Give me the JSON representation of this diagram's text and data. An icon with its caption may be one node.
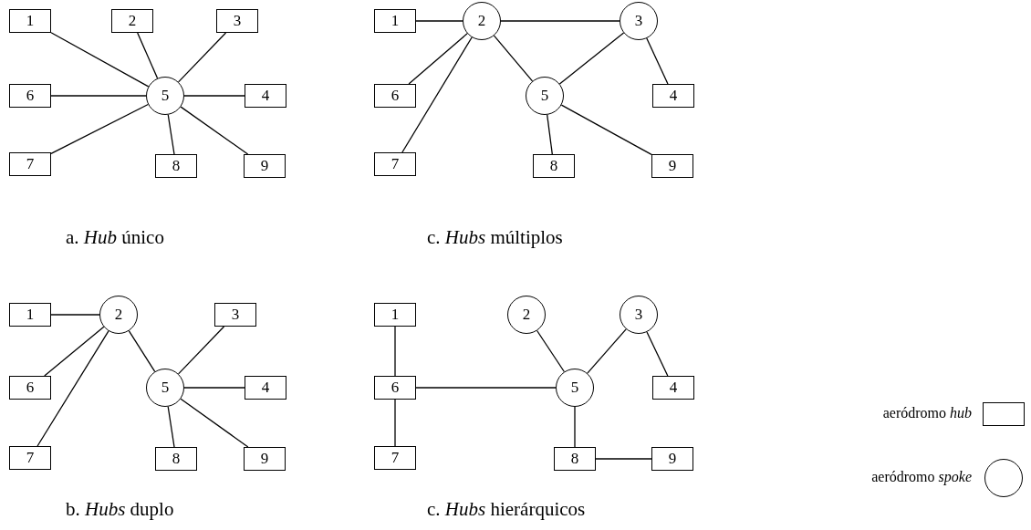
{
  "diagram": {
    "nodes": [
      {
        "text": [
          "1"
        ]
      },
      {
        "text": [
          "2"
        ]
      },
      {
        "text": [
          "3"
        ]
      },
      {
        "text": [
          "6"
        ]
      },
      {
        "text": [
          "5"
        ]
      },
      {
        "text": [
          "4"
        ]
      },
      {
        "text": [
          "7"
        ]
      },
      {
        "text": [
          "8"
        ]
      },
      {
        "text": [
          "9"
        ]
      },
      {
        "text": [
          "1"
        ]
      },
      {
        "text": [
          "2"
        ]
      },
      {
        "text": [
          "3"
        ]
      },
      {
        "text": [
          "6"
        ]
      },
      {
        "text": [
          "5"
        ]
      },
      {
        "text": [
          "4"
        ]
      },
      {
        "text": [
          "7"
        ]
      },
      {
        "text": [
          "8"
        ]
      },
      {
        "text": [
          "9"
        ]
      },
      {
        "text": [
          "1"
        ]
      },
      {
        "text": [
          "2"
        ]
      },
      {
        "text": [
          "3"
        ]
      },
      {
        "text": [
          "6"
        ]
      },
      {
        "text": [
          "5"
        ]
      },
      {
        "text": [
          "4"
        ]
      },
      {
        "text": [
          "7"
        ]
      },
      {
        "text": [
          "8"
        ]
      },
      {
        "text": [
          "9"
        ]
      },
      {
        "text": [
          "1"
        ]
      },
      {
        "text": [
          "2"
        ]
      },
      {
        "text": [
          "3"
        ]
      },
      {
        "text": [
          "6"
        ]
      },
      {
        "text": [
          "5"
        ]
      },
      {
        "text": [
          "4"
        ]
      },
      {
        "text": [
          "7"
        ]
      },
      {
        "text": [
          "8"
        ]
      },
      {
        "text": [
          "9"
        ]
      }
    ],
    "edges": [
      {
        "from": 0,
        "to": 4,
        "arrow": "none"
      },
      {
        "from": 1,
        "to": 4,
        "arrow": "none"
      },
      {
        "from": 2,
        "to": 4,
        "arrow": "none"
      },
      {
        "from": 3,
        "to": 4,
        "arrow": "none"
      },
      {
        "from": 4,
        "to": 5,
        "arrow": "none"
      },
      {
        "from": 6,
        "to": 4,
        "arrow": "none"
      },
      {
        "from": 4,
        "to": 7,
        "arrow": "none"
      },
      {
        "from": 4,
        "to": 8,
        "arrow": "none"
      },
      {
        "from": 9,
        "to": 10,
        "arrow": "none"
      },
      {
        "from": 10,
        "to": 11,
        "arrow": "none"
      },
      {
        "from": 10,
        "to": 12,
        "arrow": "none"
      },
      {
        "from": 10,
        "to": 15,
        "arrow": "none"
      },
      {
        "from": 10,
        "to": 13,
        "arrow": "none"
      },
      {
        "from": 11,
        "to": 13,
        "arrow": "none"
      },
      {
        "from": 11,
        "to": 14,
        "arrow": "none"
      },
      {
        "from": 13,
        "to": 16,
        "arrow": "none"
      },
      {
        "from": 13,
        "to": 17,
        "arrow": "none"
      },
      {
        "from": 18,
        "to": 19,
        "arrow": "none"
      },
      {
        "from": 19,
        "to": 21,
        "arrow": "none"
      },
      {
        "from": 19,
        "to": 24,
        "arrow": "none"
      },
      {
        "from": 19,
        "to": 22,
        "arrow": "none"
      },
      {
        "from": 22,
        "to": 20,
        "arrow": "none"
      },
      {
        "from": 22,
        "to": 23,
        "arrow": "none"
      },
      {
        "from": 22,
        "to": 25,
        "arrow": "none"
      },
      {
        "from": 22,
        "to": 26,
        "arrow": "none"
      },
      {
        "from": 27,
        "to": 30,
        "arrow": "none"
      },
      {
        "from": 30,
        "to": 33,
        "arrow": "none"
      },
      {
        "from": 30,
        "to": 31,
        "arrow": "none"
      },
      {
        "from": 28,
        "to": 31,
        "arrow": "none"
      },
      {
        "from": 31,
        "to": 29,
        "arrow": "none"
      },
      {
        "from": 29,
        "to": 32,
        "arrow": "none"
      },
      {
        "from": 31,
        "to": 34,
        "arrow": "none"
      },
      {
        "from": 34,
        "to": 35,
        "arrow": "none"
      }
    ],
    "labels": [
      "a. *Hub* único",
      "c. *Hubs* múltiplos",
      "b. *Hubs* duplo",
      "c. *Hubs* hierárquicos"
    ],
    "legend": [
      {
        "text": "aeródromo *hub*"
      },
      {
        "text": "aeródromo *spoke*"
      }
    ]
  }
}
